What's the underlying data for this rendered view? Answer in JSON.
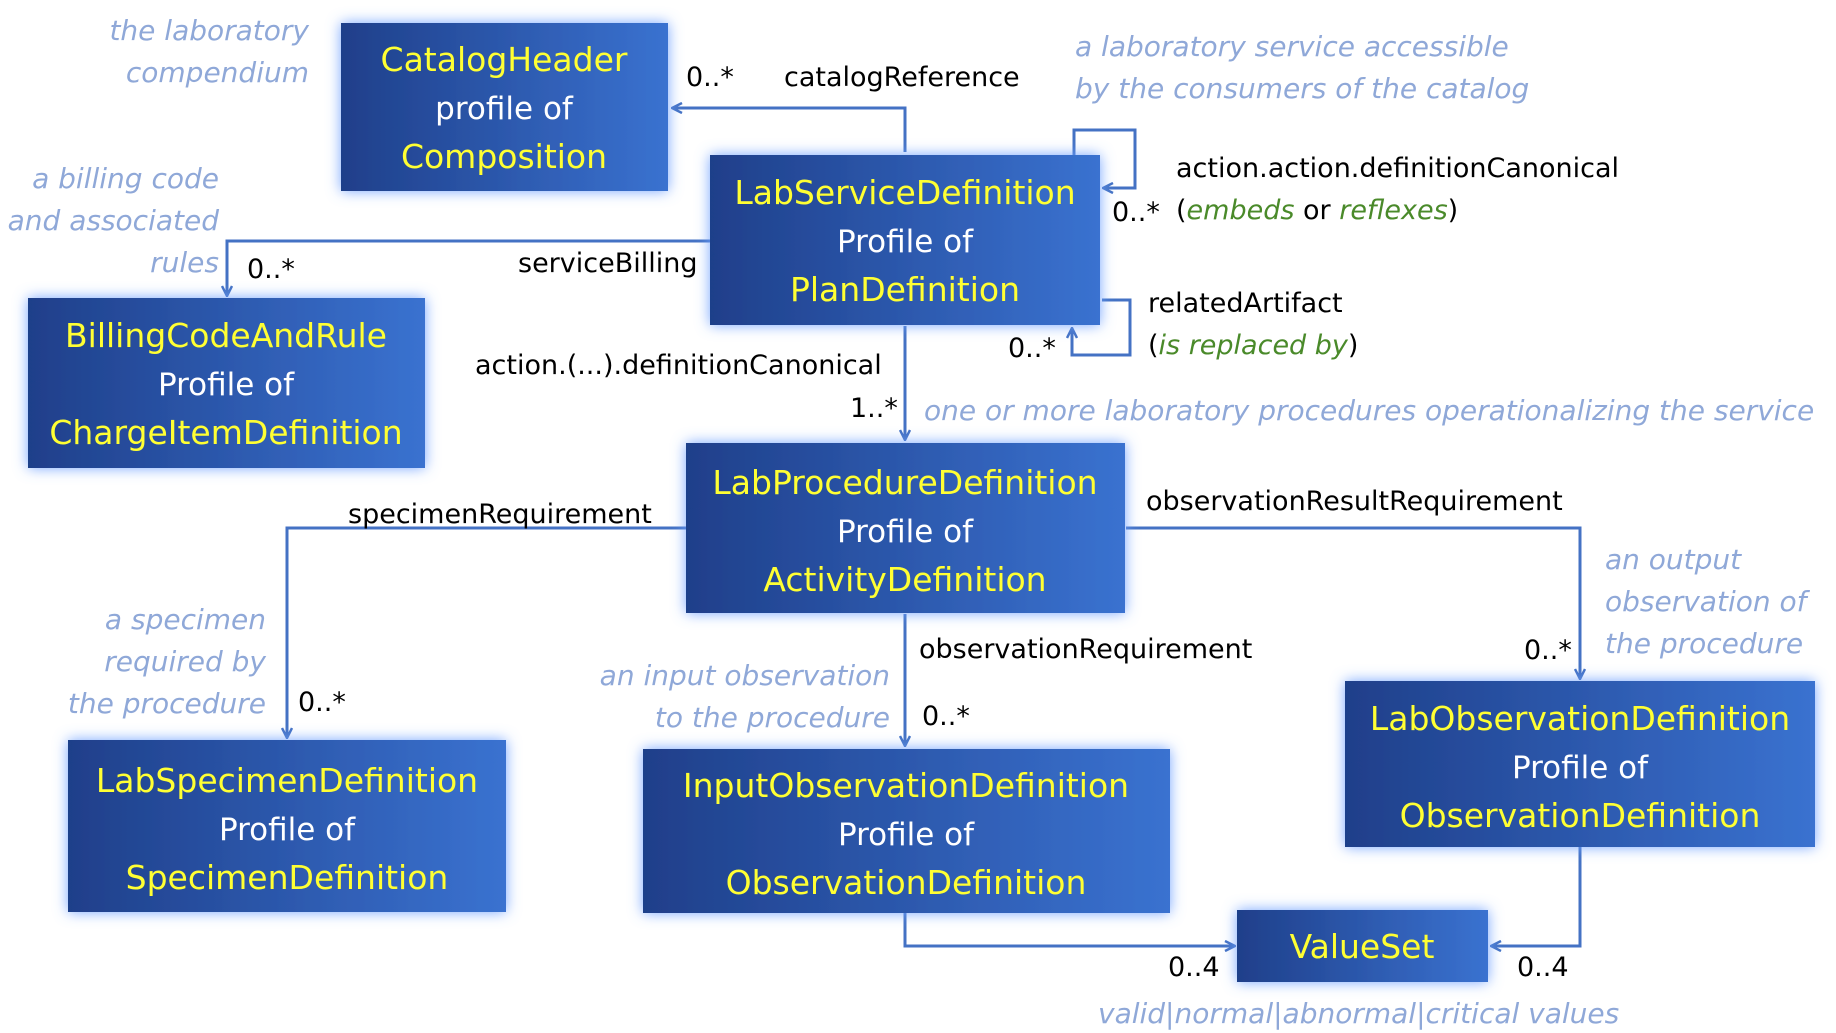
{
  "boxes": {
    "catalog_header": {
      "name": "CatalogHeader",
      "relation": "profile of",
      "base": "Composition"
    },
    "lab_service_definition": {
      "name": "LabServiceDefinition",
      "relation": "Profile of",
      "base": "PlanDefinition"
    },
    "billing_code_and_rule": {
      "name": "BillingCodeAndRule",
      "relation": "Profile of",
      "base": "ChargeItemDefinition"
    },
    "lab_procedure_definition": {
      "name": "LabProcedureDefinition",
      "relation": "Profile of",
      "base": "ActivityDefinition"
    },
    "lab_specimen_definition": {
      "name": "LabSpecimenDefinition",
      "relation": "Profile of",
      "base": "SpecimenDefinition"
    },
    "input_observation_definition": {
      "name": "InputObservationDefinition",
      "relation": "Profile of",
      "base": "ObservationDefinition"
    },
    "lab_observation_definition": {
      "name": "LabObservationDefinition",
      "relation": "Profile of",
      "base": "ObservationDefinition"
    },
    "value_set": {
      "name": "ValueSet"
    }
  },
  "edges": {
    "catalog_reference": {
      "label": "catalogReference",
      "mult": "0..*"
    },
    "service_billing": {
      "label": "serviceBilling",
      "mult": "0..*"
    },
    "action_definition_canonical_self": {
      "label": "action.action.definitionCanonical",
      "paren_open": "(",
      "embeds": "embeds",
      "or": " or ",
      "reflexes": "reflexes",
      "paren_close": ")",
      "mult": "0..*"
    },
    "related_artifact": {
      "label": "relatedArtifact",
      "paren_open": "(",
      "is_replaced_by": "is replaced by",
      "paren_close": ")",
      "mult": "0..*"
    },
    "action_definition_canonical": {
      "label": "action.(...).definitionCanonical",
      "mult": "1..*"
    },
    "specimen_requirement": {
      "label": "specimenRequirement",
      "mult": "0..*"
    },
    "observation_result_requirement": {
      "label": "observationResultRequirement",
      "mult": "0..*"
    },
    "observation_requirement": {
      "label": "observationRequirement",
      "mult": "0..*"
    },
    "input_valueset": {
      "mult": "0..4"
    },
    "output_valueset": {
      "mult": "0..4"
    }
  },
  "notes": {
    "laboratory_compendium": [
      "the laboratory",
      "compendium"
    ],
    "laboratory_service": [
      "a laboratory service accessible",
      "by the consumers of the catalog"
    ],
    "billing_code": [
      "a billing code",
      "and associated",
      "rules"
    ],
    "procedures": [
      "one or more laboratory procedures operationalizing the service"
    ],
    "specimen": [
      "a specimen",
      "required by",
      "the procedure"
    ],
    "input_observation": [
      "an input observation",
      "to the procedure"
    ],
    "output_observation": [
      "an output",
      "observation of",
      "the procedure"
    ],
    "valueset_values": [
      "valid|normal|abnormal|critical values"
    ]
  },
  "colors": {
    "box_dark": "#1f3f8a",
    "box_light": "#3a72d0",
    "box_glow": "#6ea0ff",
    "class_name": "#ffff33",
    "relation_text": "#ffffff",
    "edge": "#4472c4",
    "note_text": "#8fa8d8",
    "green_text": "#4a8a2a"
  }
}
